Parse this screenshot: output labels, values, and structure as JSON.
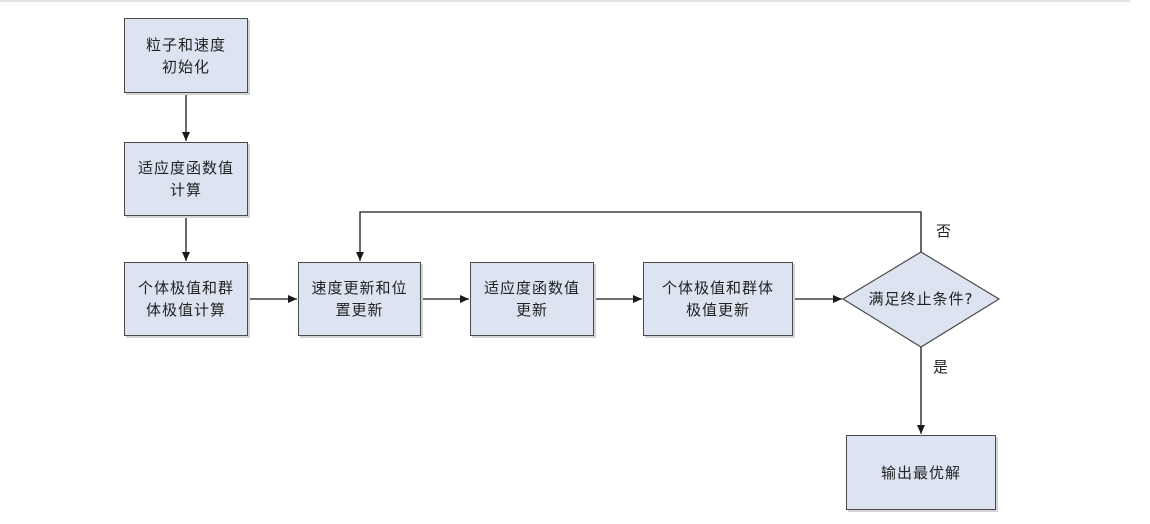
{
  "steps": {
    "init": {
      "line1": "粒子和速度",
      "line2": "初始化"
    },
    "fitness_calc": {
      "line1": "适应度函数值",
      "line2": "计算"
    },
    "extremum_calc": {
      "line1": "个体极值和群",
      "line2": "体极值计算"
    },
    "velocity_update": {
      "line1": "速度更新和位",
      "line2": "置更新"
    },
    "fitness_update": {
      "line1": "适应度函数值",
      "line2": "更新"
    },
    "extremum_update": {
      "line1": "个体极值和群体",
      "line2": "极值更新"
    },
    "output": {
      "line1": "输出最优解"
    }
  },
  "decision": {
    "label": "满足终止条件?"
  },
  "branches": {
    "no": "否",
    "yes": "是"
  },
  "colors": {
    "box_fill": "#dce4f1",
    "border": "#4a4a4a",
    "line": "#1a1a1a"
  }
}
